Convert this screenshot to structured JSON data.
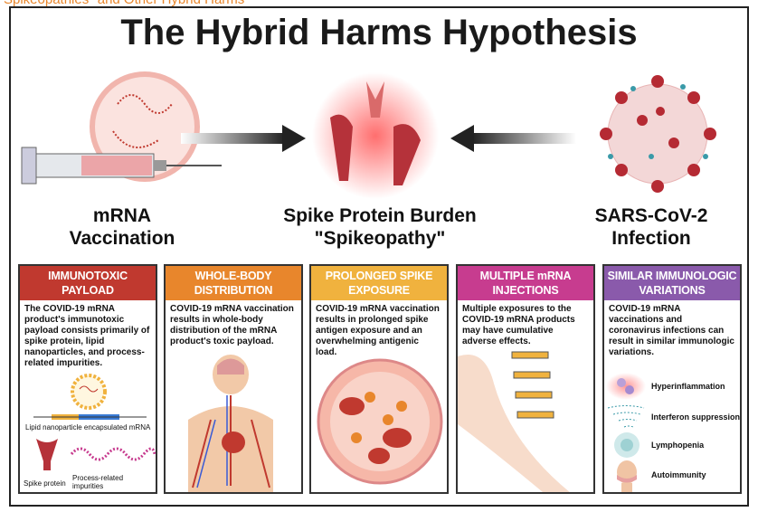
{
  "header": {
    "clipped_caption": "Spikeopathies\" and Other Hybrid Harms",
    "title": "The Hybrid Harms Hypothesis"
  },
  "top": {
    "left_label": [
      "mRNA",
      "Vaccination"
    ],
    "center_label": [
      "Spike Protein Burden",
      "\"Spikeopathy\""
    ],
    "right_label": [
      "SARS-CoV-2",
      "Infection"
    ]
  },
  "panels": [
    {
      "title": [
        "IMMUNOTOXIC",
        "PAYLOAD"
      ],
      "color": "#c0392f",
      "text": "The COVID-19 mRNA product's immunotoxic payload consists primarily of spike protein, lipid nanoparticles, and process-related impurities.",
      "labels": [
        "Lipid nanoparticle encapsulated mRNA",
        "Spike protein",
        "Process-related impurities"
      ]
    },
    {
      "title": [
        "WHOLE-BODY",
        "DISTRIBUTION"
      ],
      "color": "#e8862c",
      "text": "COVID-19 mRNA vaccination results in whole-body distribution of the mRNA product's toxic payload."
    },
    {
      "title": [
        "PROLONGED SPIKE",
        "EXPOSURE"
      ],
      "color": "#f0b23e",
      "text": "COVID-19 mRNA vaccination results in prolonged spike antigen exposure and an overwhelming antigenic load."
    },
    {
      "title": [
        "MULTIPLE mRNA",
        "INJECTIONS"
      ],
      "color": "#c73c8f",
      "text": "Multiple exposures to the COVID-19 mRNA products may have cumulative adverse effects."
    },
    {
      "title": [
        "SIMILAR IMMUNOLOGIC",
        "VARIATIONS"
      ],
      "color": "#8a5aab",
      "text": "COVID-19 mRNA vaccinations and coronavirus infections can result in similar immunologic variations.",
      "labels": [
        "Hyperinflammation",
        "Interferon suppression",
        "Lymphopenia",
        "Autoimmunity"
      ]
    }
  ]
}
